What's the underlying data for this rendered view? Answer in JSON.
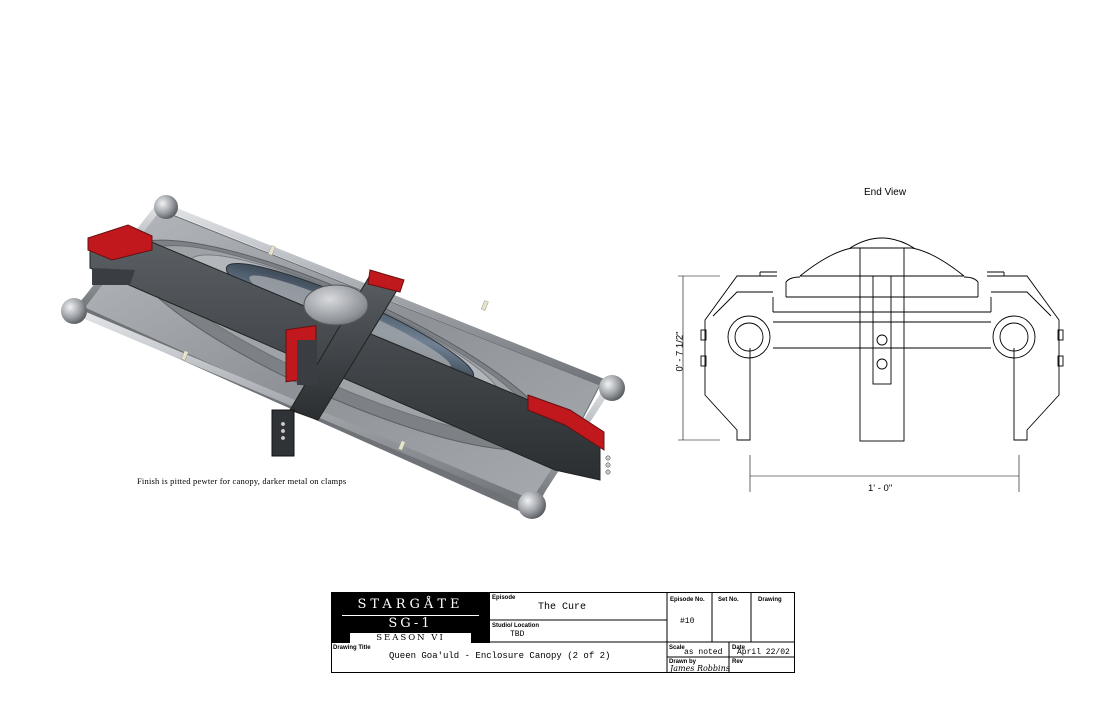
{
  "finish_note": "Finish is pitted pewter for canopy, darker metal on clamps",
  "end_view": {
    "title": "End View",
    "height_dim": "0' - 7 1/2\"",
    "width_dim": "1' - 0\""
  },
  "title_block": {
    "logo": {
      "line1": "STARGÅTE",
      "line2": "SG-1",
      "line3": "SEASON VI"
    },
    "episode_label": "Episode",
    "episode": "The Cure",
    "episode_no_label": "Episode No.",
    "episode_no": "#10",
    "set_no_label": "Set No.",
    "drawing_label": "Drawing",
    "studio_label": "Studio/ Location",
    "studio": "TBD",
    "drawing_title_label": "Drawing Title",
    "drawing_title": "Queen Goa'uld - Enclosure Canopy (2 of 2)",
    "scale_label": "Scale",
    "scale": "as noted",
    "date_label": "Date",
    "date": "April 22/02",
    "drawn_by_label": "Drawn by",
    "drawn_by": "James Robbins",
    "rev_label": "Rev"
  },
  "colors": {
    "pewter": "#9a9da2",
    "dark_metal": "#3e4246",
    "clamp_red": "#c0181c",
    "rail": "#a8acb1"
  }
}
